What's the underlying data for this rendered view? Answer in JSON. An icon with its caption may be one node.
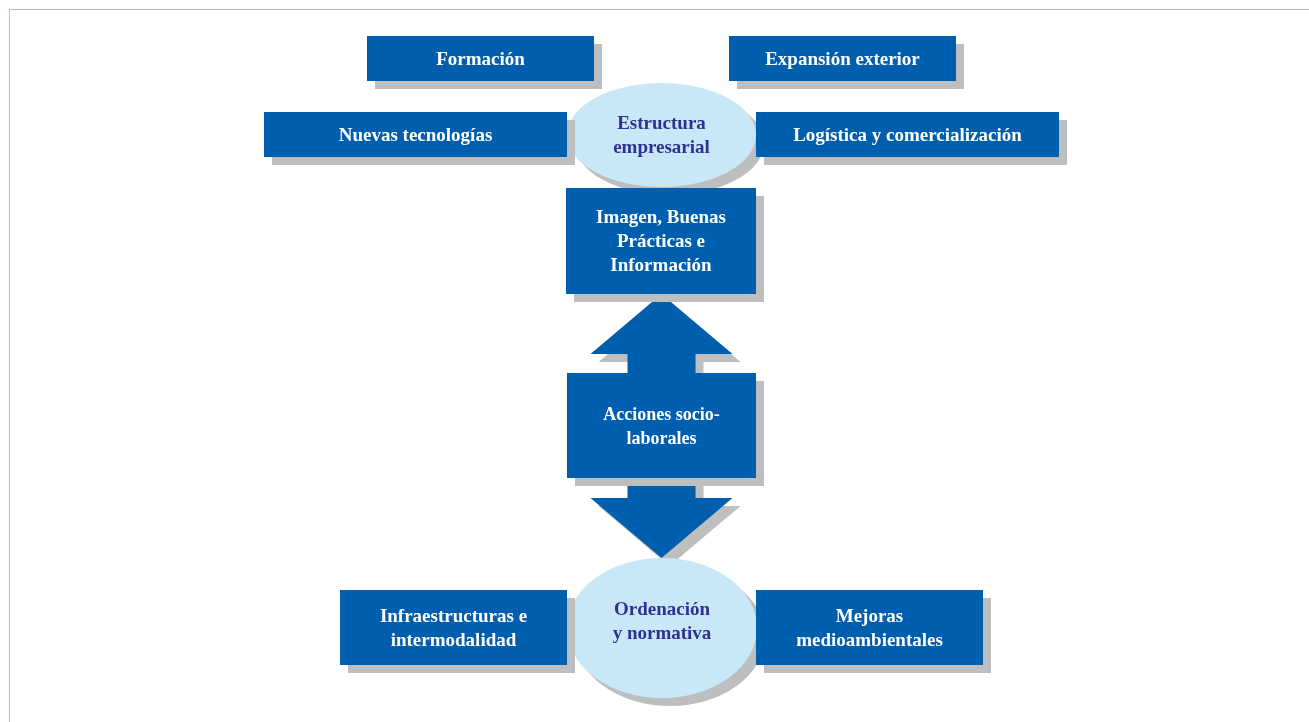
{
  "diagram": {
    "nodes": [
      {
        "text": [
          "Formación"
        ]
      },
      {
        "text": [
          "Expansión exterior"
        ]
      },
      {
        "text": [
          "Estructura empresarial"
        ]
      },
      {
        "text": [
          "Nuevas tecnologías"
        ]
      },
      {
        "text": [
          "Logística y comercialización"
        ]
      },
      {
        "text": [
          "Imagen, Buenas Prácticas e Información"
        ]
      },
      {
        "text": [
          "Acciones socio-laborales"
        ]
      },
      {
        "text": [
          "Ordenación y normativa"
        ]
      },
      {
        "text": [
          "Infraestructuras e intermodalidad"
        ]
      },
      {
        "text": [
          "Mejoras medioambientales"
        ]
      }
    ],
    "edges": [
      {
        "from": 6,
        "to": 5,
        "arrow": "to",
        "style": "thick"
      },
      {
        "from": 6,
        "to": 7,
        "arrow": "to",
        "style": "thick"
      }
    ]
  }
}
